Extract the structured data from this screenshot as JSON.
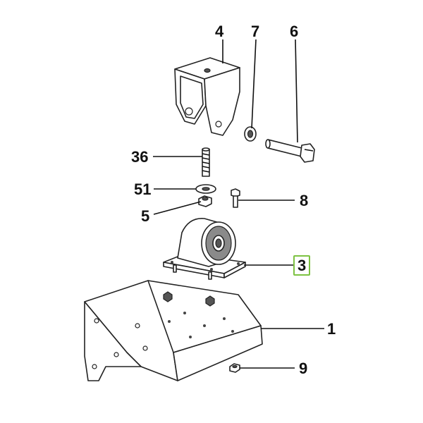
{
  "callouts": [
    {
      "id": "4",
      "highlighted": false
    },
    {
      "id": "7",
      "highlighted": false
    },
    {
      "id": "6",
      "highlighted": false
    },
    {
      "id": "36",
      "highlighted": false
    },
    {
      "id": "51",
      "highlighted": false
    },
    {
      "id": "8",
      "highlighted": false
    },
    {
      "id": "5",
      "highlighted": false
    },
    {
      "id": "3",
      "highlighted": true
    },
    {
      "id": "1",
      "highlighted": false
    },
    {
      "id": "9",
      "highlighted": false
    }
  ],
  "colors": {
    "highlight": "#7dc242",
    "line": "#111111",
    "background": "#ffffff"
  }
}
